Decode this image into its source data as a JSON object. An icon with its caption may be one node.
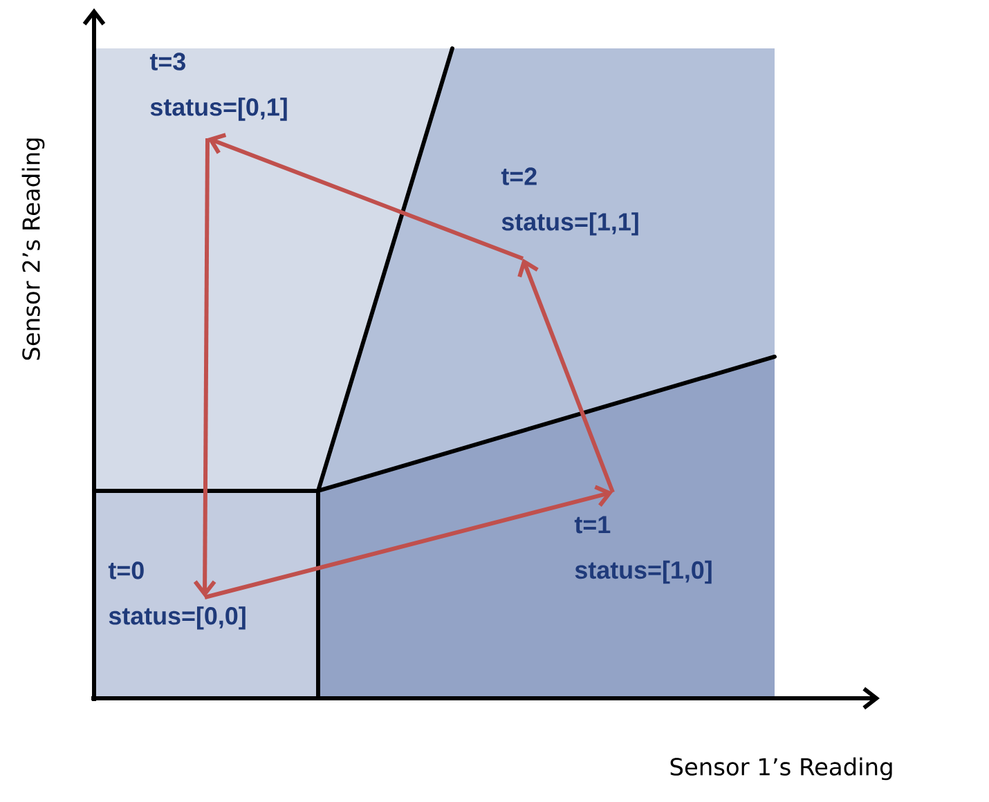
{
  "diagram": {
    "nodes": [
      {
        "text": [
          "t=0",
          "status=[0,0]"
        ]
      },
      {
        "text": [
          "t=1",
          "status=[1,0]"
        ]
      },
      {
        "text": [
          "t=2",
          "status=[1,1]"
        ]
      },
      {
        "text": [
          "t=3",
          "status=[0,1]"
        ]
      }
    ],
    "edges": [
      {
        "from": 0,
        "to": 1,
        "arrow": "to"
      },
      {
        "from": 1,
        "to": 2,
        "arrow": "to"
      },
      {
        "from": 2,
        "to": 3,
        "arrow": "to"
      },
      {
        "from": 3,
        "to": 0,
        "arrow": "to"
      }
    ],
    "labels": [
      "Sensor 1’s Reading",
      "Sensor 2’s Reading"
    ]
  }
}
